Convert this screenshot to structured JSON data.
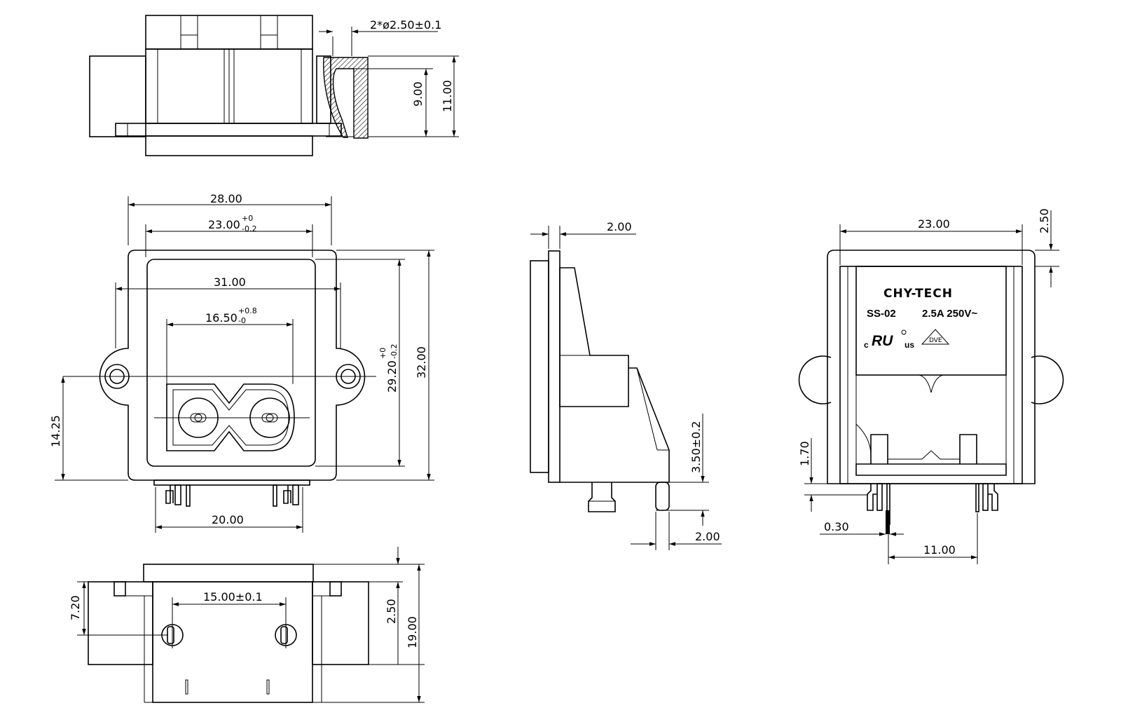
{
  "views": {
    "top": {
      "hole_callout": "2*ø2.50±0.1",
      "dim_9": "9.00",
      "dim_11": "11.00"
    },
    "front": {
      "dim_28": "28.00",
      "dim_23_base": "23.00",
      "dim_23_tol_plus": "+0",
      "dim_23_tol_minus": "-0.2",
      "dim_31": "31.00",
      "dim_1650_base": "16.50",
      "dim_1650_tol_plus": "+0.8",
      "dim_1650_tol_minus": "-0",
      "dim_2920_base": "29.20",
      "dim_2920_tol_plus": "+0",
      "dim_2920_tol_minus": "-0.2",
      "dim_32": "32.00",
      "dim_1425": "14.25",
      "dim_20": "20.00"
    },
    "bottom": {
      "dim_720": "7.20",
      "dim_15": "15.00±0.1",
      "dim_250": "2.50",
      "dim_19": "19.00"
    },
    "side": {
      "dim_2_top": "2.00",
      "dim_350": "3.50±0.2",
      "dim_2_bottom": "2.00"
    },
    "back": {
      "dim_23": "23.00",
      "dim_250": "2.50",
      "dim_170": "1.70",
      "dim_030": "0.30",
      "dim_11": "11.00",
      "brand": "CHY-TECH",
      "model": "SS-02",
      "rating": "2.5A 250V~",
      "cert_c": "c",
      "cert_ru": "RU",
      "cert_us": "us",
      "cert_vde": "DVE"
    }
  }
}
